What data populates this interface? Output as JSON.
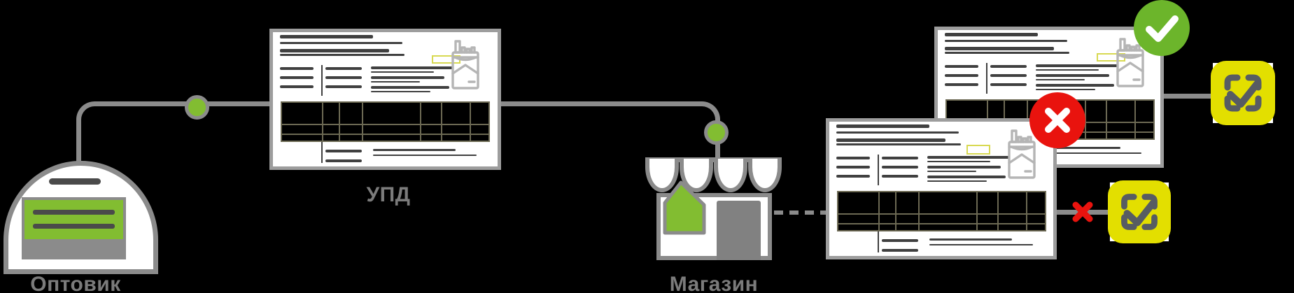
{
  "diagram": {
    "wholesaler_label": "Оптовик",
    "document_label": "УПД",
    "shop_label": "Магазин"
  },
  "icons": {
    "wholesaler": "warehouse-icon",
    "shipment_document": "upd-document-icon",
    "product": "cigarette-pack-icon",
    "retail": "store-icon",
    "document_accepted": "check-circle-icon",
    "document_rejected": "cross-circle-icon",
    "scan_allowed": "scan-check-icon",
    "scan_blocked": "cross-mark-icon",
    "transfer_point": "node-dot-icon"
  },
  "palette": {
    "background": "#000000",
    "connector": "#8b8b8b",
    "door_gray": "#818181",
    "detail_dark": "#4a4a4a",
    "label": "#7b7b7b",
    "doc_border": "#9d9d9d",
    "doc_line": "#404040",
    "table_grid": "#6c6953",
    "table_highlight": "#d8d952",
    "green": "#82bd31",
    "check_green": "#6cb52b",
    "red": "#e9130e",
    "scan_yellow": "#e3df00",
    "scan_glyph": "#575c62",
    "pack_gray": "#b5b5b5",
    "white": "#ffffff"
  }
}
